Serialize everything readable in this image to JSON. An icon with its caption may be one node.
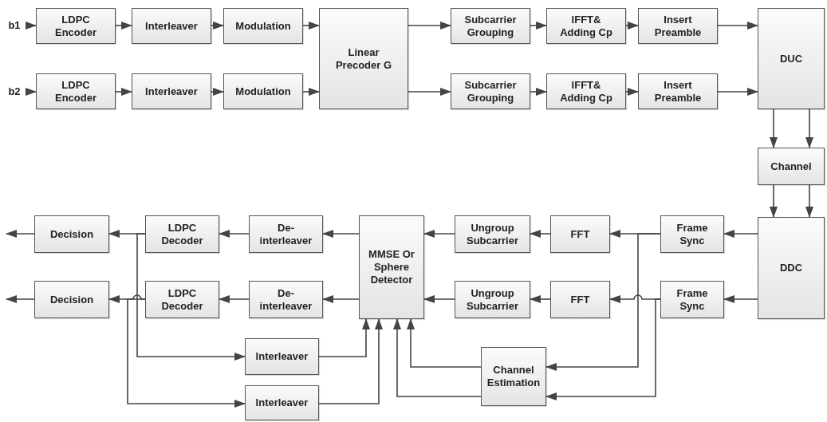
{
  "diagram": {
    "nodes": [
      {
        "text": [
          "b1"
        ]
      },
      {
        "text": [
          "LDPC Encoder"
        ]
      },
      {
        "text": [
          "Interleaver"
        ]
      },
      {
        "text": [
          "Modulation"
        ]
      },
      {
        "text": [
          "Linear Precoder G"
        ]
      },
      {
        "text": [
          "Subcarrier Grouping"
        ]
      },
      {
        "text": [
          "IFFT& Adding Cp"
        ]
      },
      {
        "text": [
          "Insert Preamble"
        ]
      },
      {
        "text": [
          "b2"
        ]
      },
      {
        "text": [
          "LDPC Encoder"
        ]
      },
      {
        "text": [
          "Interleaver"
        ]
      },
      {
        "text": [
          "Modulation"
        ]
      },
      {
        "text": [
          "Subcarrier Grouping"
        ]
      },
      {
        "text": [
          "IFFT& Adding Cp"
        ]
      },
      {
        "text": [
          "Insert Preamble"
        ]
      },
      {
        "text": [
          "DUC"
        ]
      },
      {
        "text": [
          "Channel"
        ]
      },
      {
        "text": [
          "DDC"
        ]
      },
      {
        "text": [
          "Frame Sync"
        ]
      },
      {
        "text": [
          "FFT"
        ]
      },
      {
        "text": [
          "Ungroup Subcarrier"
        ]
      },
      {
        "text": [
          "MMSE Or Sphere Detector"
        ]
      },
      {
        "text": [
          "De- interleaver"
        ]
      },
      {
        "text": [
          "LDPC Decoder"
        ]
      },
      {
        "text": [
          "Decision"
        ]
      },
      {
        "text": [
          "Frame Sync"
        ]
      },
      {
        "text": [
          "FFT"
        ]
      },
      {
        "text": [
          "Ungroup Subcarrier"
        ]
      },
      {
        "text": [
          "De- interleaver"
        ]
      },
      {
        "text": [
          "LDPC Decoder"
        ]
      },
      {
        "text": [
          "Decision"
        ]
      },
      {
        "text": [
          "Interleaver"
        ]
      },
      {
        "text": [
          "Interleaver"
        ]
      },
      {
        "text": [
          "Channel Estimation"
        ]
      }
    ],
    "edges": [
      {
        "from": 0,
        "to": 1,
        "arrow": "to"
      },
      {
        "from": 1,
        "to": 2,
        "arrow": "to"
      },
      {
        "from": 2,
        "to": 3,
        "arrow": "to"
      },
      {
        "from": 3,
        "to": 4,
        "arrow": "to"
      },
      {
        "from": 4,
        "to": 5,
        "arrow": "to"
      },
      {
        "from": 5,
        "to": 6,
        "arrow": "to"
      },
      {
        "from": 6,
        "to": 7,
        "arrow": "to"
      },
      {
        "from": 7,
        "to": 15,
        "arrow": "to"
      },
      {
        "from": 8,
        "to": 9,
        "arrow": "to"
      },
      {
        "from": 9,
        "to": 10,
        "arrow": "to"
      },
      {
        "from": 10,
        "to": 11,
        "arrow": "to"
      },
      {
        "from": 11,
        "to": 4,
        "arrow": "to"
      },
      {
        "from": 4,
        "to": 12,
        "arrow": "to"
      },
      {
        "from": 12,
        "to": 13,
        "arrow": "to"
      },
      {
        "from": 13,
        "to": 14,
        "arrow": "to"
      },
      {
        "from": 14,
        "to": 15,
        "arrow": "to"
      },
      {
        "from": 15,
        "to": 16,
        "arrow": "to"
      },
      {
        "from": 15,
        "to": 16,
        "arrow": "to"
      },
      {
        "from": 16,
        "to": 17,
        "arrow": "to"
      },
      {
        "from": 16,
        "to": 17,
        "arrow": "to"
      },
      {
        "from": 17,
        "to": 18,
        "arrow": "to"
      },
      {
        "from": 18,
        "to": 19,
        "arrow": "to"
      },
      {
        "from": 19,
        "to": 20,
        "arrow": "to"
      },
      {
        "from": 20,
        "to": 21,
        "arrow": "to"
      },
      {
        "from": 21,
        "to": 22,
        "arrow": "to"
      },
      {
        "from": 22,
        "to": 23,
        "arrow": "to"
      },
      {
        "from": 23,
        "to": 24,
        "arrow": "to"
      },
      {
        "from": 24,
        "to": null,
        "arrow": "to"
      },
      {
        "from": 17,
        "to": 25,
        "arrow": "to"
      },
      {
        "from": 25,
        "to": 26,
        "arrow": "to"
      },
      {
        "from": 26,
        "to": 27,
        "arrow": "to"
      },
      {
        "from": 27,
        "to": 21,
        "arrow": "to"
      },
      {
        "from": 21,
        "to": 28,
        "arrow": "to"
      },
      {
        "from": 28,
        "to": 29,
        "arrow": "to"
      },
      {
        "from": 29,
        "to": 30,
        "arrow": "to"
      },
      {
        "from": 30,
        "to": null,
        "arrow": "to"
      },
      {
        "from": 23,
        "to": 31,
        "arrow": "to"
      },
      {
        "from": 31,
        "to": 21,
        "arrow": "to"
      },
      {
        "from": 29,
        "to": 32,
        "arrow": "to"
      },
      {
        "from": 32,
        "to": 21,
        "arrow": "to"
      },
      {
        "from": 18,
        "to": 33,
        "arrow": "to"
      },
      {
        "from": 25,
        "to": 33,
        "arrow": "to"
      },
      {
        "from": 33,
        "to": 21,
        "arrow": "to"
      },
      {
        "from": 33,
        "to": 21,
        "arrow": "to"
      }
    ]
  }
}
